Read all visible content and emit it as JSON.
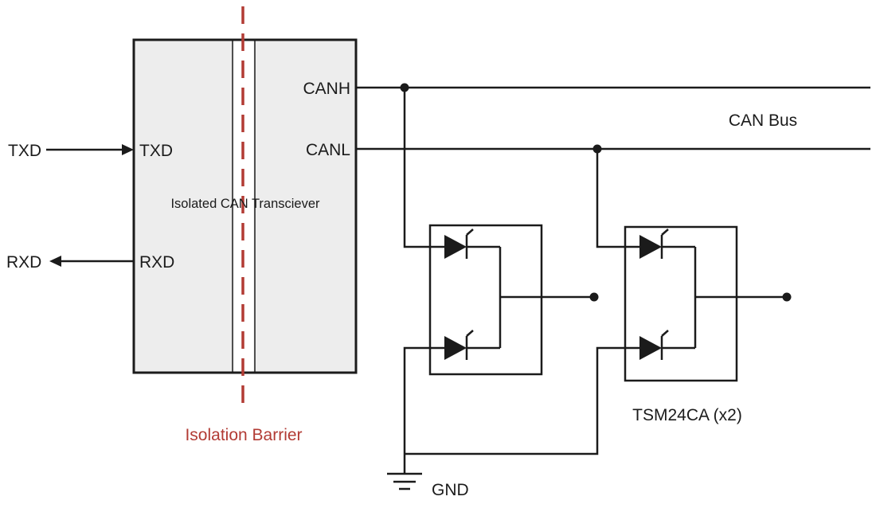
{
  "diagram": {
    "io": {
      "txd_label": "TXD",
      "rxd_label": "RXD"
    },
    "transceiver": {
      "label": "Isolated CAN Transciever",
      "pin_txd": "TXD",
      "pin_rxd": "RXD",
      "pin_canh": "CANH",
      "pin_canl": "CANL"
    },
    "bus": {
      "label": "CAN Bus"
    },
    "protection": {
      "part_label": "TSM24CA (x2)"
    },
    "ground": {
      "label": "GND"
    },
    "barrier": {
      "label": "Isolation Barrier"
    }
  },
  "colors": {
    "wire": "#1B1B1B",
    "barrier_red": "#B23B34",
    "transceiver_fill": "#EDEDED",
    "background": "#FFFFFF"
  }
}
